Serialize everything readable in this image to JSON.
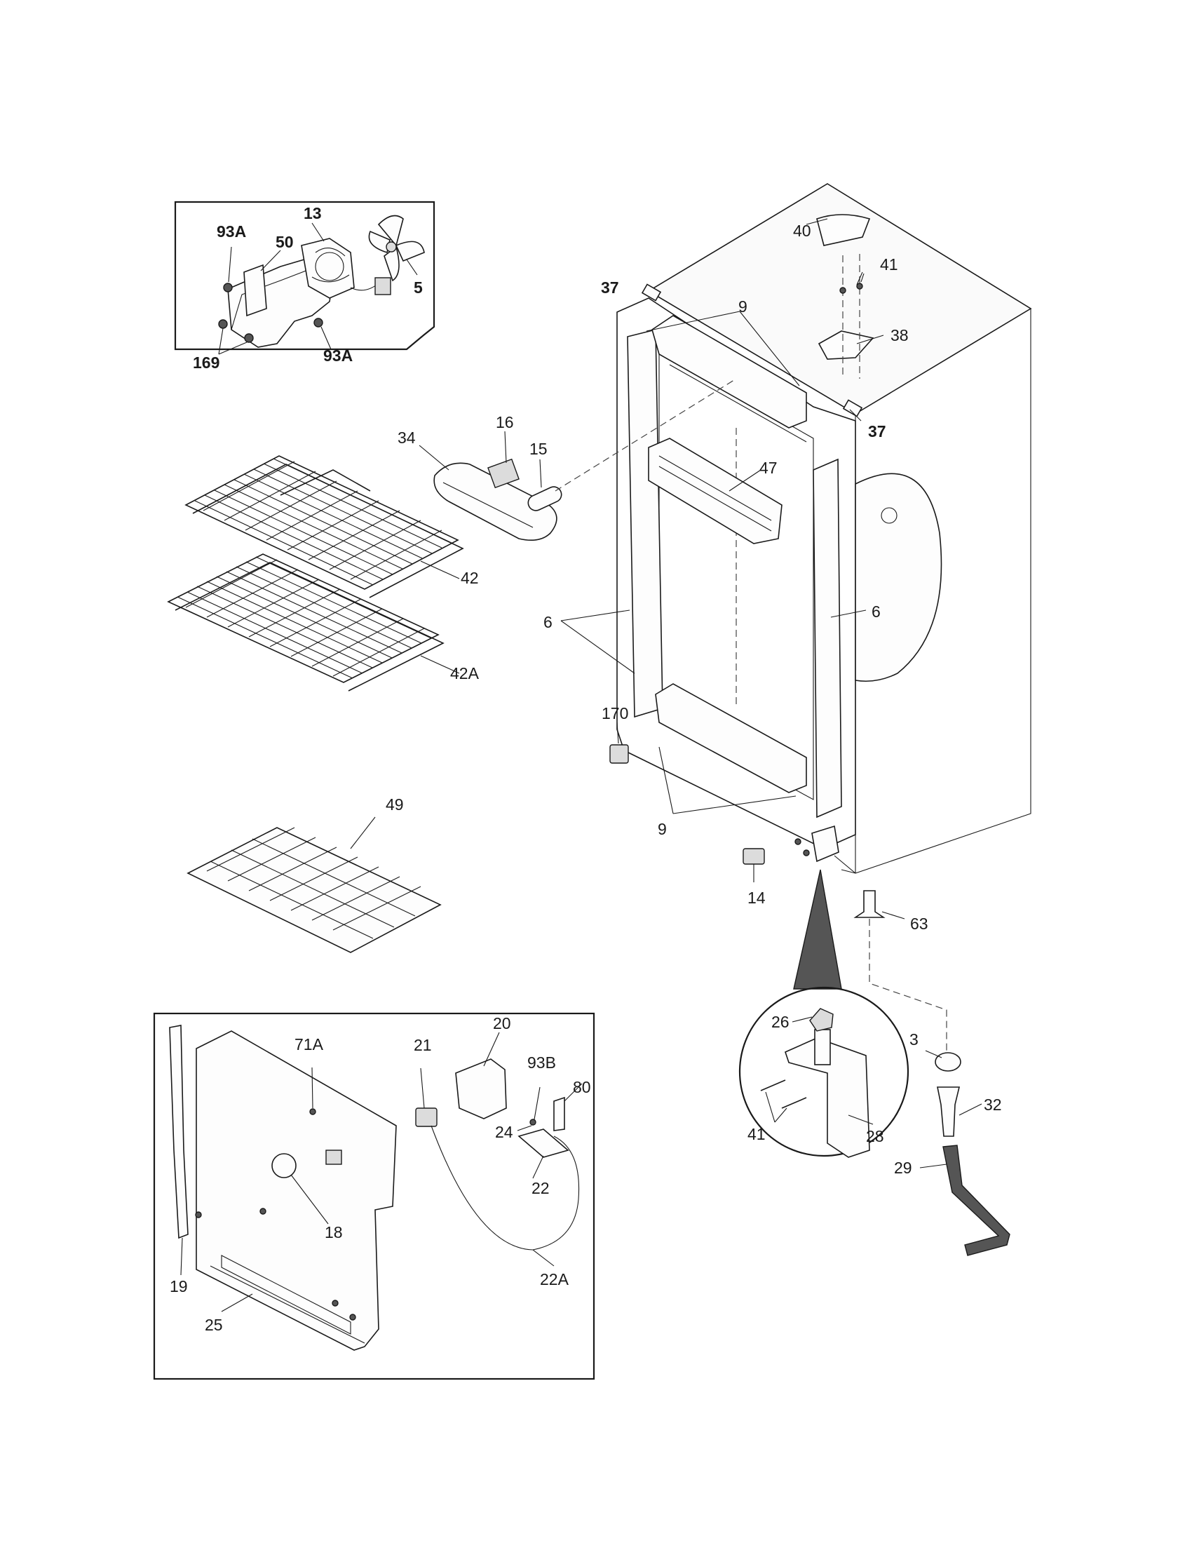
{
  "callouts": {
    "c13": "13",
    "c93a_top": "93A",
    "c50": "50",
    "c5": "5",
    "c169": "169",
    "c93a_bottom": "93A",
    "c40": "40",
    "c41_top": "41",
    "c37_left": "37",
    "c9_top": "9",
    "c38": "38",
    "c37_right": "37",
    "c16": "16",
    "c34": "34",
    "c15": "15",
    "c47": "47",
    "c42": "42",
    "c42a": "42A",
    "c6_left": "6",
    "c6_right": "6",
    "c170": "170",
    "c9_bottom": "9",
    "c49": "49",
    "c14": "14",
    "c63": "63",
    "c71a": "71A",
    "c21": "21",
    "c20": "20",
    "c93b": "93B",
    "c80": "80",
    "c24": "24",
    "c22": "22",
    "c18": "18",
    "c22a": "22A",
    "c19": "19",
    "c25": "25",
    "c26": "26",
    "c3": "3",
    "c32": "32",
    "c41_bottom": "41",
    "c28": "28",
    "c29": "29"
  }
}
